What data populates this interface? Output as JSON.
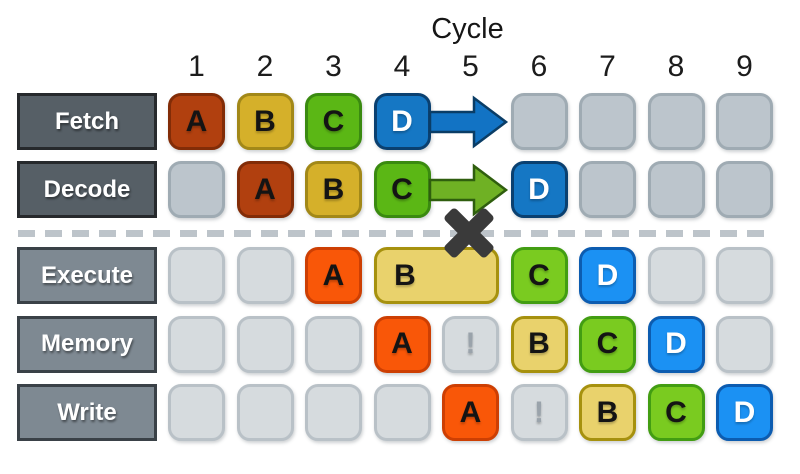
{
  "title": "Cycle",
  "columns": [
    "1",
    "2",
    "3",
    "4",
    "5",
    "6",
    "7",
    "8",
    "9"
  ],
  "stages": [
    {
      "name": "Fetch",
      "zone": "top",
      "cells": [
        {
          "col": 1,
          "label": "A",
          "type": "A"
        },
        {
          "col": 2,
          "label": "B",
          "type": "B"
        },
        {
          "col": 3,
          "label": "C",
          "type": "C"
        },
        {
          "col": 4,
          "label": "D",
          "type": "D"
        },
        {
          "col": 6,
          "label": "",
          "type": "empty"
        },
        {
          "col": 7,
          "label": "",
          "type": "empty"
        },
        {
          "col": 8,
          "label": "",
          "type": "empty"
        },
        {
          "col": 9,
          "label": "",
          "type": "empty"
        }
      ]
    },
    {
      "name": "Decode",
      "zone": "top",
      "cells": [
        {
          "col": 1,
          "label": "",
          "type": "empty"
        },
        {
          "col": 2,
          "label": "A",
          "type": "A"
        },
        {
          "col": 3,
          "label": "B",
          "type": "B"
        },
        {
          "col": 4,
          "label": "C",
          "type": "C"
        },
        {
          "col": 6,
          "label": "D",
          "type": "D"
        },
        {
          "col": 7,
          "label": "",
          "type": "empty"
        },
        {
          "col": 8,
          "label": "",
          "type": "empty"
        },
        {
          "col": 9,
          "label": "",
          "type": "empty"
        }
      ]
    },
    {
      "name": "Execute",
      "zone": "bottom",
      "cells": [
        {
          "col": 1,
          "label": "",
          "type": "empty"
        },
        {
          "col": 2,
          "label": "",
          "type": "empty"
        },
        {
          "col": 3,
          "label": "A",
          "type": "A"
        },
        {
          "col": 4,
          "label": "B",
          "type": "B",
          "span": 2
        },
        {
          "col": 6,
          "label": "C",
          "type": "C"
        },
        {
          "col": 7,
          "label": "D",
          "type": "D"
        },
        {
          "col": 8,
          "label": "",
          "type": "empty"
        },
        {
          "col": 9,
          "label": "",
          "type": "empty"
        }
      ]
    },
    {
      "name": "Memory",
      "zone": "bottom",
      "cells": [
        {
          "col": 1,
          "label": "",
          "type": "empty"
        },
        {
          "col": 2,
          "label": "",
          "type": "empty"
        },
        {
          "col": 3,
          "label": "",
          "type": "empty"
        },
        {
          "col": 4,
          "label": "A",
          "type": "A"
        },
        {
          "col": 5,
          "label": "!",
          "type": "stall"
        },
        {
          "col": 6,
          "label": "B",
          "type": "B"
        },
        {
          "col": 7,
          "label": "C",
          "type": "C"
        },
        {
          "col": 8,
          "label": "D",
          "type": "D"
        },
        {
          "col": 9,
          "label": "",
          "type": "empty"
        }
      ]
    },
    {
      "name": "Write",
      "zone": "bottom",
      "cells": [
        {
          "col": 1,
          "label": "",
          "type": "empty"
        },
        {
          "col": 2,
          "label": "",
          "type": "empty"
        },
        {
          "col": 3,
          "label": "",
          "type": "empty"
        },
        {
          "col": 4,
          "label": "",
          "type": "empty"
        },
        {
          "col": 5,
          "label": "A",
          "type": "A"
        },
        {
          "col": 6,
          "label": "!",
          "type": "stall"
        },
        {
          "col": 7,
          "label": "B",
          "type": "B"
        },
        {
          "col": 8,
          "label": "C",
          "type": "C"
        },
        {
          "col": 9,
          "label": "D",
          "type": "D"
        }
      ]
    }
  ],
  "arrows": [
    {
      "stage": "Fetch",
      "col": 5,
      "direction": "right",
      "fill": "#1273c4",
      "stroke": "#0a3d66"
    },
    {
      "stage": "Decode",
      "col": 5,
      "direction": "right",
      "fill": "#6fb124",
      "stroke": "#2f5e0e"
    }
  ],
  "stall_marker": {
    "between_stages": "Decode/Execute",
    "col": 5,
    "icon": "x-cross",
    "color": "#3a3a3a"
  },
  "palette": {
    "top": {
      "A": {
        "fill": "#b1400f",
        "border": "#822c07",
        "text": "#141414"
      },
      "B": {
        "fill": "#d5b02a",
        "border": "#a28818",
        "text": "#141414"
      },
      "C": {
        "fill": "#5bb715",
        "border": "#3a8a10",
        "text": "#141414"
      },
      "D": {
        "fill": "#1577c4",
        "border": "#0a4070",
        "text": "#ffffff"
      },
      "empty": {
        "fill": "#bcc5cc",
        "border": "#9fabb3",
        "text": "#99a2aa"
      }
    },
    "bottom": {
      "A": {
        "fill": "#f95708",
        "border": "#cd3f03",
        "text": "#141414"
      },
      "B": {
        "fill": "#e9d26c",
        "border": "#a6910e",
        "text": "#141414"
      },
      "C": {
        "fill": "#7acb20",
        "border": "#429d12",
        "text": "#141414"
      },
      "D": {
        "fill": "#1b91f3",
        "border": "#0c5cb0",
        "text": "#ffffff"
      },
      "empty": {
        "fill": "#d6dbde",
        "border": "#b9c1c7",
        "text": "#99a2aa"
      },
      "stall": {
        "fill": "#d6dbde",
        "border": "#b9c1c7",
        "text": "#9aa3ab"
      }
    }
  },
  "stage_label_style": {
    "top_fill": "#565f66",
    "top_border": "#26292c",
    "bottom_fill": "#7e8992",
    "bottom_border": "#3a4147",
    "text": "#ffffff"
  },
  "dashed_line_color": "#bdc4ca",
  "background": "#ffffff"
}
